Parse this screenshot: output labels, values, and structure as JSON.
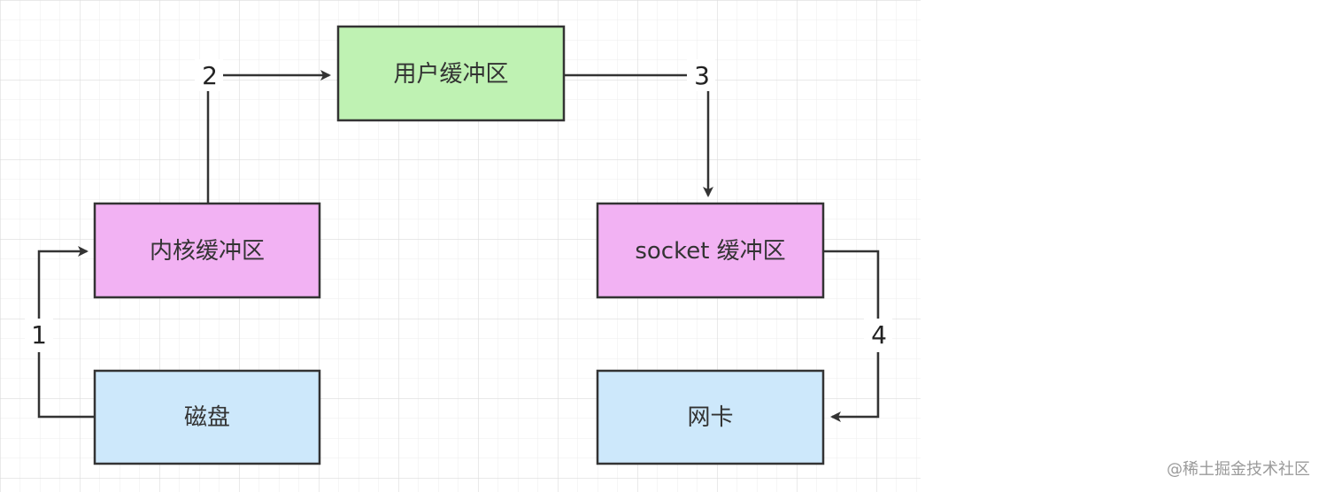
{
  "nodes": {
    "user_buffer": "用户缓冲区",
    "kernel_buffer": "内核缓冲区",
    "socket_buffer": "socket 缓冲区",
    "disk": "磁盘",
    "nic": "网卡"
  },
  "edges": {
    "step1": "1",
    "step2": "2",
    "step3": "3",
    "step4": "4"
  },
  "colors": {
    "user_buffer_fill": "#bff2b3",
    "kernel_buffer_fill": "#f2b2f3",
    "socket_buffer_fill": "#f2b2f3",
    "disk_fill": "#cde8fb",
    "nic_fill": "#cde8fb",
    "stroke": "#333333"
  },
  "watermark": "@稀土掘金技术社区"
}
